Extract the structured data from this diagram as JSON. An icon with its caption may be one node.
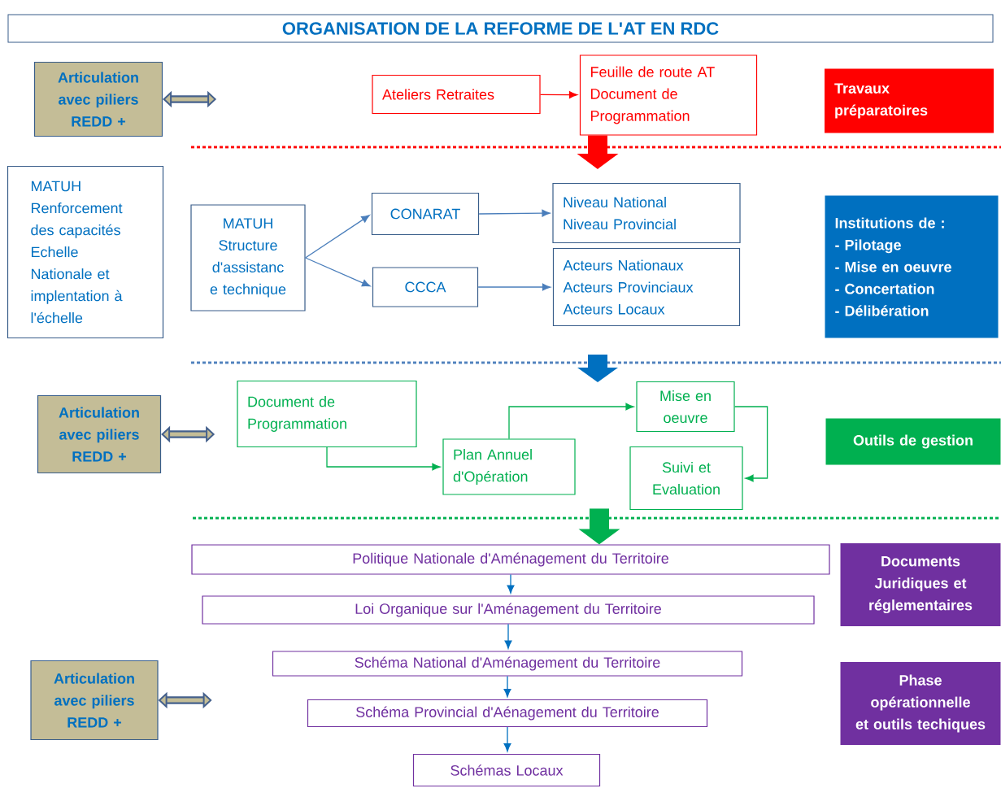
{
  "diagram": {
    "title": "ORGANISATION DE LA REFORME DE L'AT EN RDC",
    "nodes": [
      {
        "text": [
          "Articulation avec piliers REDD +"
        ]
      },
      {
        "text": [
          "Ateliers Retraites"
        ]
      },
      {
        "text": [
          "Feuille de route AT",
          "Document de Programmation"
        ]
      },
      {
        "text": [
          "Travaux préparatoires"
        ]
      },
      {
        "text": [
          "MATUH",
          "Renforcement des capacités",
          "Echelle Nationale et implentation à l'échelle"
        ]
      },
      {
        "text": [
          "MATUH",
          "Structure d'assistanc e technique"
        ]
      },
      {
        "text": [
          "CONARAT"
        ]
      },
      {
        "text": [
          "CCCA"
        ]
      },
      {
        "text": [
          "Niveau National",
          "Niveau Provincial"
        ]
      },
      {
        "text": [
          "Acteurs Nationaux",
          "Acteurs Provinciaux",
          "Acteurs Locaux"
        ]
      },
      {
        "text": [
          "Institutions de :",
          "- Pilotage",
          "- Mise en oeuvre",
          "- Concertation",
          "- Délibération"
        ]
      },
      {
        "text": [
          "Articulation avec piliers REDD +"
        ]
      },
      {
        "text": [
          "Document de Programmation"
        ]
      },
      {
        "text": [
          "Plan Annuel d'Opération"
        ]
      },
      {
        "text": [
          "Mise en oeuvre"
        ]
      },
      {
        "text": [
          "Suivi et Evaluation"
        ]
      },
      {
        "text": [
          "Outils de gestion"
        ]
      },
      {
        "text": [
          "Politique Nationale d'Aménagement du Territoire"
        ]
      },
      {
        "text": [
          "Documents Juridiques et réglementaires"
        ]
      },
      {
        "text": [
          "Loi Organique sur l'Aménagement du Territoire"
        ]
      },
      {
        "text": [
          "Schéma National d'Aménagement du Territoire"
        ]
      },
      {
        "text": [
          "Articulation avec piliers REDD +"
        ]
      },
      {
        "text": [
          "Phase opérationnelle et outils techiques"
        ]
      },
      {
        "text": [
          "Schéma Provincial d'Aénagement du Territoire"
        ]
      },
      {
        "text": [
          "Schémas Locaux"
        ]
      }
    ],
    "edges": [
      {
        "from": 0,
        "to": null,
        "arrow": "both",
        "style": "thick",
        "color": "#44608c"
      },
      {
        "from": 1,
        "to": 2,
        "arrow": "to",
        "color": "#ff0000"
      },
      {
        "from": 5,
        "to": 6,
        "arrow": "to"
      },
      {
        "from": 5,
        "to": 7,
        "arrow": "to"
      },
      {
        "from": 6,
        "to": 8,
        "arrow": "to"
      },
      {
        "from": 7,
        "to": 9,
        "arrow": "to"
      },
      {
        "from": 11,
        "to": null,
        "arrow": "both",
        "style": "thick",
        "color": "#44608c"
      },
      {
        "from": 12,
        "to": 13,
        "arrow": "to",
        "color": "#00b050"
      },
      {
        "from": 13,
        "to": 14,
        "arrow": "to",
        "color": "#00b050"
      },
      {
        "from": 14,
        "to": 15,
        "arrow": "to",
        "color": "#00b050"
      },
      {
        "from": 17,
        "to": 19,
        "arrow": "to",
        "color": "#0070c0"
      },
      {
        "from": 19,
        "to": 20,
        "arrow": "to",
        "color": "#0070c0"
      },
      {
        "from": 20,
        "to": 23,
        "arrow": "to",
        "color": "#0070c0"
      },
      {
        "from": 23,
        "to": 24,
        "arrow": "to",
        "color": "#0070c0"
      },
      {
        "from": 21,
        "to": null,
        "arrow": "both",
        "style": "thick",
        "color": "#44608c"
      },
      {
        "from": 2,
        "to": 8,
        "arrow": "to",
        "style": "thick",
        "color": "#ff0000"
      },
      {
        "from": null,
        "to": 17,
        "arrow": "to",
        "style": "thick",
        "color": "#00b050"
      }
    ]
  }
}
